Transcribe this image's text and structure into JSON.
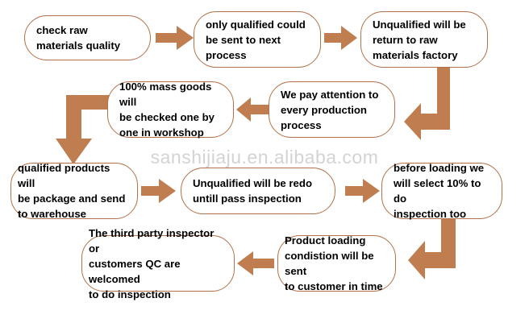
{
  "diagram": {
    "title": "Quality control process flowchart",
    "colors": {
      "node_border": "#b1714a",
      "arrow_fill": "#bf7d50",
      "node_background": "#ffffff",
      "text": "#000000",
      "watermark": "#787878"
    },
    "watermark": "sanshijiaju.en.alibaba.com",
    "nodes": [
      {
        "id": "n1",
        "label": "check raw\nmaterials quality"
      },
      {
        "id": "n2",
        "label": "only qualified could\nbe sent to next\nprocess"
      },
      {
        "id": "n3",
        "label": "Unqualified will be\nreturn to raw\nmaterials factory"
      },
      {
        "id": "n4",
        "label": "100% mass goods will\nbe checked one by\none in workshop"
      },
      {
        "id": "n5",
        "label": "We pay attention to\nevery production\nprocess"
      },
      {
        "id": "n6",
        "label": "qualified products will\nbe package and send\nto warehouse"
      },
      {
        "id": "n7",
        "label": "Unqualified will be redo\nuntill pass inspection"
      },
      {
        "id": "n8",
        "label": "before loading we\nwill select 10% to do\ninspection too"
      },
      {
        "id": "n9",
        "label": "The third party inspector or\ncustomers QC are welcomed\nto do inspection"
      },
      {
        "id": "n10",
        "label": "Product loading\ncondistion will be sent\nto customer in time"
      }
    ],
    "arrows": [
      {
        "id": "a1",
        "from": "n1",
        "to": "n2",
        "direction": "right",
        "kind": "straight"
      },
      {
        "id": "a2",
        "from": "n2",
        "to": "n3",
        "direction": "right",
        "kind": "straight"
      },
      {
        "id": "a3",
        "from": "n3",
        "to": "n5",
        "direction": "down-then-left",
        "kind": "elbow"
      },
      {
        "id": "a4",
        "from": "n5",
        "to": "n4",
        "direction": "left",
        "kind": "straight"
      },
      {
        "id": "a5",
        "from": "n4",
        "to": "n6",
        "direction": "left-then-down",
        "kind": "elbow"
      },
      {
        "id": "a6",
        "from": "n6",
        "to": "n7",
        "direction": "right",
        "kind": "straight"
      },
      {
        "id": "a7",
        "from": "n7",
        "to": "n8",
        "direction": "right",
        "kind": "straight"
      },
      {
        "id": "a8",
        "from": "n8",
        "to": "n10",
        "direction": "down-then-left",
        "kind": "elbow"
      },
      {
        "id": "a9",
        "from": "n10",
        "to": "n9",
        "direction": "left",
        "kind": "straight"
      }
    ]
  }
}
